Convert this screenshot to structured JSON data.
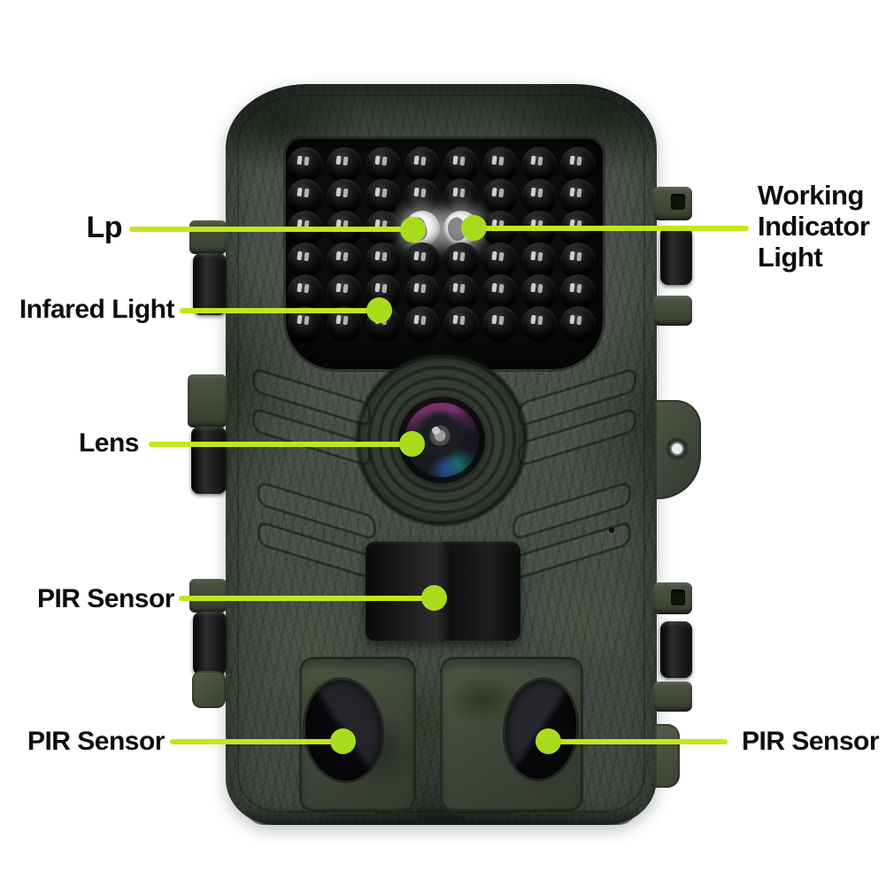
{
  "colors": {
    "callout_line": "#c3e61c",
    "callout_dot": "#aadc1e",
    "label_text": "#0d0d0d",
    "body_green": "#454e44",
    "ir_panel_black": "#0a0c0a"
  },
  "callouts": {
    "lp": {
      "label": "Lp"
    },
    "working_indicator_light": {
      "label": "Working Indicator Light"
    },
    "infared_light": {
      "label": "Infared Light"
    },
    "lens": {
      "label": "Lens"
    },
    "pir_sensor_mid": {
      "label": "PIR Sensor"
    },
    "pir_sensor_bottom_left": {
      "label": "PIR Sensor"
    },
    "pir_sensor_bottom_right": {
      "label": "PIR Sensor"
    }
  },
  "ir_array": {
    "rows": 6,
    "cols": 8,
    "white_leds": [
      {
        "row": 2,
        "col": 3
      },
      {
        "row": 2,
        "col": 4
      }
    ]
  }
}
